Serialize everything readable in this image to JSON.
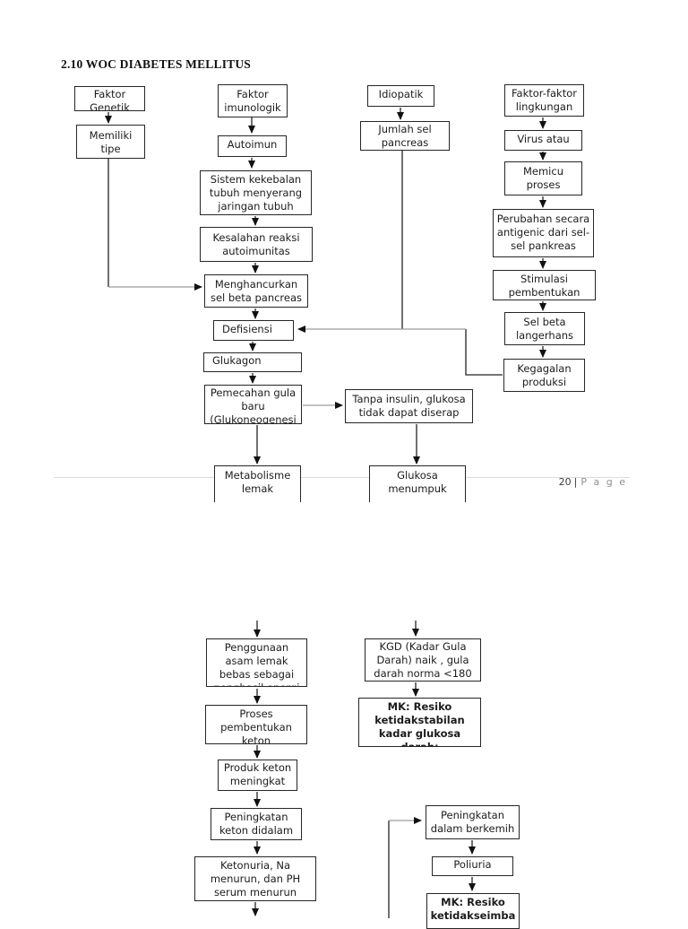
{
  "document": {
    "title": "2.10 WOC DIABETES MELLITUS",
    "footer": {
      "page_number": "20",
      "separator": "|",
      "page_label": "P a g e"
    }
  },
  "diagram": {
    "colors": {
      "box_border": "#262626",
      "connector": "#222222",
      "connector_light": "#9c9c9c",
      "ink": "#1c1c1c"
    },
    "nodes": {
      "faktor_genetik": {
        "text": "Faktor\nGenetik"
      },
      "memiliki_tipe": {
        "text": "Memiliki\ntipe"
      },
      "faktor_imunologik": {
        "text": "Faktor\nimunologik"
      },
      "autoimun": {
        "text": "Autoimun"
      },
      "sistem_kekebalan": {
        "text": "Sistem kekebalan\ntubuh menyerang\njaringan tubuh"
      },
      "kesalahan_reaksi": {
        "text": "Kesalahan reaksi\nautoimunitas"
      },
      "menghancurkan": {
        "text": "Menghancurkan\nsel beta pancreas"
      },
      "defisiensi": {
        "text": "Defisiensi"
      },
      "glukagon": {
        "text": "Glukagon"
      },
      "pemecahan_gula": {
        "text": "Pemecahan gula\nbaru\n(Glukoneogenesi"
      },
      "idiopatik": {
        "text": "Idiopatik"
      },
      "jumlah_sel": {
        "text": "Jumlah sel\npancreas"
      },
      "faktor_lingkungan": {
        "text": "Faktor-faktor\nlingkungan"
      },
      "virus_atau": {
        "text": "Virus atau"
      },
      "memicu_proses": {
        "text": "Memicu\nproses"
      },
      "perubahan_antigenic": {
        "text": "Perubahan secara\nantigenic dari sel-\nsel pankreas"
      },
      "stimulasi": {
        "text": "Stimulasi\npembentukan"
      },
      "sel_beta": {
        "text": "Sel beta\nlangerhans"
      },
      "kegagalan": {
        "text": "Kegagalan\nproduksi"
      },
      "tanpa_insulin": {
        "text": "Tanpa insulin, glukosa\ntidak dapat diserap"
      },
      "metabolisme_lemak": {
        "text": "Metabolisme\nlemak"
      },
      "glukosa_menumpuk": {
        "text": "Glukosa\nmenumpuk"
      },
      "penggunaan_asam": {
        "text": "Penggunaan\nasam lemak\nbebas sebagai\npenghasil energi"
      },
      "proses_keton": {
        "text": "Proses\npembentukan\nketon"
      },
      "produk_keton": {
        "text": "Produk keton\nmeningkat"
      },
      "peningkatan_keton": {
        "text": "Peningkatan\nketon didalam"
      },
      "ketonuria": {
        "text": "Ketonuria, Na\nmenurun, dan PH\nserum menurun"
      },
      "kgd": {
        "text": "KGD (Kadar Gula\nDarah) naik , gula\ndarah norma <180"
      },
      "mk_ketidakstabilan": {
        "text": "MK: Resiko\nketidakstabilan\nkadar glukosa\ndarah:"
      },
      "berkemih": {
        "text": "Peningkatan\ndalam berkemih"
      },
      "poliuria": {
        "text": "Poliuria"
      },
      "mk_ketidakseimba": {
        "text": "MK: Resiko\nketidakseimba"
      }
    }
  }
}
